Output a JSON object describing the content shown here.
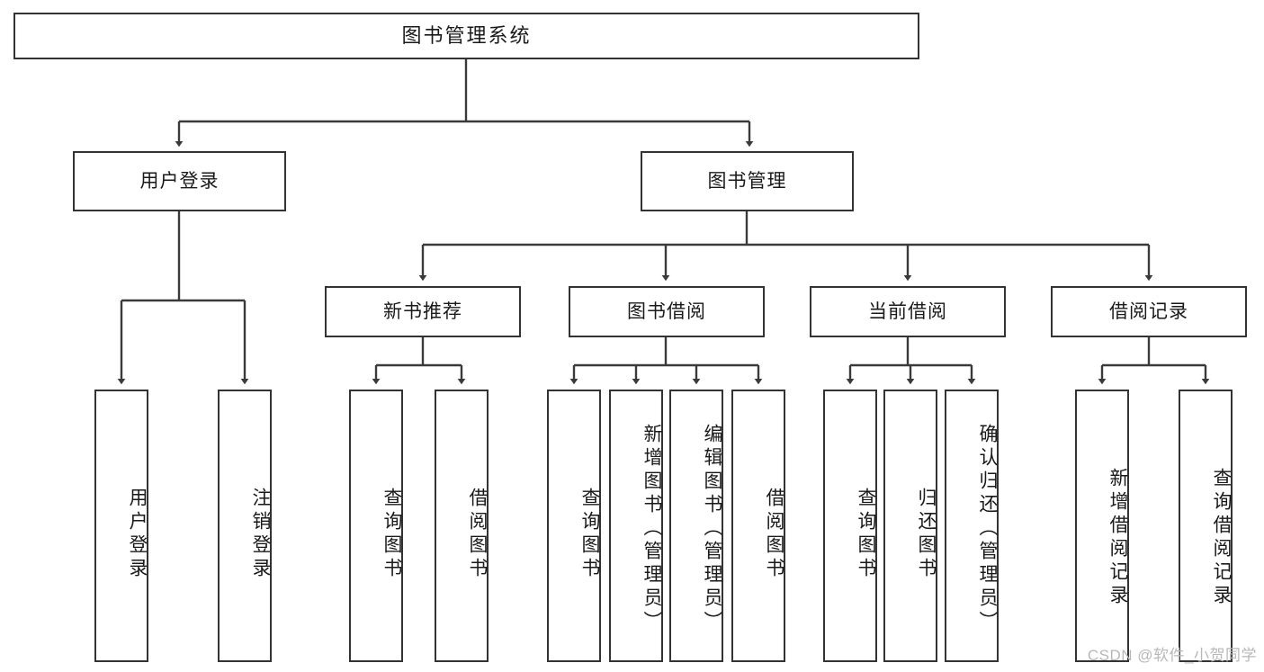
{
  "diagram": {
    "title": "图书管理系统",
    "type": "tree",
    "watermark": "CSDN @软件_小贺同学",
    "colors": {
      "box_border": "#333333",
      "box_fill": "#ffffff",
      "connector": "#3a3a3a",
      "text": "#1a1a1a",
      "watermark": "#b8b8b8"
    },
    "levels": {
      "root": [
        "图书管理系统"
      ],
      "level2": [
        "用户登录",
        "图书管理"
      ],
      "level3": [
        "新书推荐",
        "图书借阅",
        "当前借阅",
        "借阅记录"
      ],
      "leaves": [
        "用户登录",
        "注销登录",
        "查询图书",
        "借阅图书",
        "查询图书",
        "新增图书（管理员）",
        "编辑图书（管理员）",
        "借阅图书",
        "查询图书",
        "归还图书",
        "确认归还（管理员）",
        "新增借阅记录",
        "查询借阅记录"
      ]
    },
    "nodes": {
      "root": {
        "label": "图书管理系统"
      },
      "user_login": {
        "label": "用户登录"
      },
      "book_manage": {
        "label": "图书管理"
      },
      "new_book_rec": {
        "label": "新书推荐"
      },
      "book_borrow": {
        "label": "图书借阅"
      },
      "current_borrow": {
        "label": "当前借阅"
      },
      "borrow_record": {
        "label": "借阅记录"
      },
      "leaf_user_login": {
        "label": "用户登录"
      },
      "leaf_logout": {
        "label": "注销登录"
      },
      "leaf_query_book_a": {
        "label": "查询图书"
      },
      "leaf_borrow_book_a": {
        "label": "借阅图书"
      },
      "leaf_query_book_b": {
        "label": "查询图书"
      },
      "leaf_add_book": {
        "label": "新增图书（管理员）"
      },
      "leaf_edit_book": {
        "label": "编辑图书（管理员）"
      },
      "leaf_borrow_book_b": {
        "label": "借阅图书"
      },
      "leaf_query_book_c": {
        "label": "查询图书"
      },
      "leaf_return_book": {
        "label": "归还图书"
      },
      "leaf_confirm_return": {
        "label": "确认归还（管理员）"
      },
      "leaf_add_record": {
        "label": "新增借阅记录"
      },
      "leaf_query_record": {
        "label": "查询借阅记录"
      }
    }
  }
}
